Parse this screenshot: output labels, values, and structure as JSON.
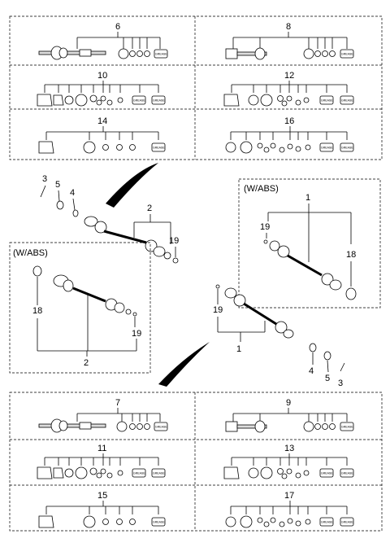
{
  "kit_numbers": {
    "top_left": [
      "6",
      "10",
      "14"
    ],
    "top_right": [
      "8",
      "12",
      "16"
    ],
    "bottom_left": [
      "7",
      "11",
      "15"
    ],
    "bottom_right": [
      "9",
      "13",
      "17"
    ]
  },
  "grease_label": "GREASE",
  "callouts": {
    "left": {
      "n3": "3",
      "n5": "5",
      "n4": "4",
      "n2": "2",
      "n19": "19"
    },
    "right": {
      "n3": "3",
      "n5": "5",
      "n4": "4",
      "n1": "1",
      "n19": "19"
    }
  },
  "abs_boxes": {
    "left": {
      "title": "(W/ABS)",
      "n18": "18",
      "n19": "19",
      "n2": "2"
    },
    "right": {
      "title": "(W/ABS)",
      "n1": "1",
      "n19": "19",
      "n18": "18"
    }
  }
}
